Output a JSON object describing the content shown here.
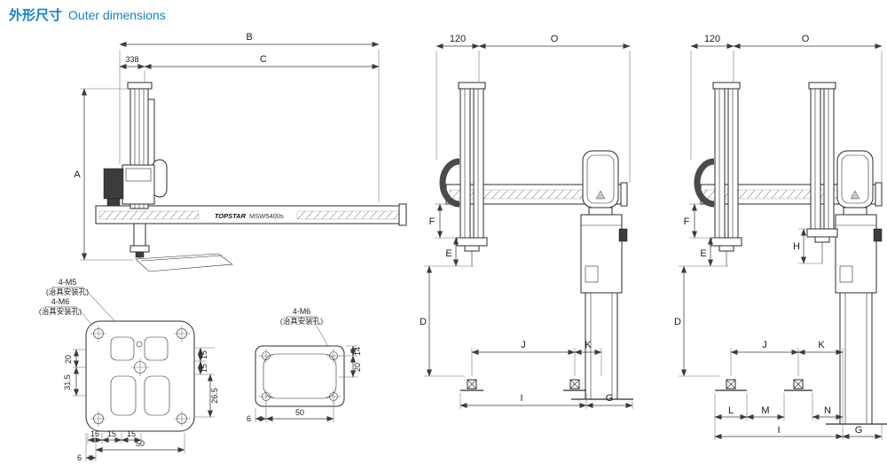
{
  "header": {
    "title_zh": "外形尺寸",
    "title_en": "Outer dimensions"
  },
  "side_view": {
    "dim_b": "B",
    "dim_c": "C",
    "dim_338": "338",
    "dim_a": "A",
    "brand": "TOPSTAR",
    "model": "MSW5400s"
  },
  "front_single": {
    "dim_120": "120",
    "dim_o": "O",
    "dim_f": "F",
    "dim_e": "E",
    "dim_d": "D",
    "dim_j": "J",
    "dim_k": "K",
    "dim_i": "I",
    "dim_g": "G"
  },
  "front_dual": {
    "dim_120": "120",
    "dim_o": "O",
    "dim_f": "F",
    "dim_e": "E",
    "dim_h": "H",
    "dim_d": "D",
    "dim_j": "J",
    "dim_k": "K",
    "dim_l": "L",
    "dim_m": "M",
    "dim_n": "N",
    "dim_i": "I",
    "dim_g": "G"
  },
  "plate1": {
    "label_m5": "4-M5",
    "label_m5_sub": "(治具安装孔)",
    "label_m6": "4-M6",
    "label_m6_sub": "(治具安装孔)",
    "dim_left_20": "20",
    "dim_left_31_5": "31.5",
    "dim_right_15a": "15",
    "dim_right_15b": "15",
    "dim_right_26_5": "26.5",
    "dim_bottom_16": "16",
    "dim_bottom_15a": "15",
    "dim_bottom_15b": "15",
    "dim_bottom_50": "50",
    "dim_bottom_6": "6"
  },
  "plate2": {
    "label_m6": "4-M6",
    "label_m6_sub": "(治具安装孔)",
    "dim_right_14": "14",
    "dim_right_20": "20",
    "dim_bottom_50": "50",
    "dim_bottom_6": "6"
  }
}
